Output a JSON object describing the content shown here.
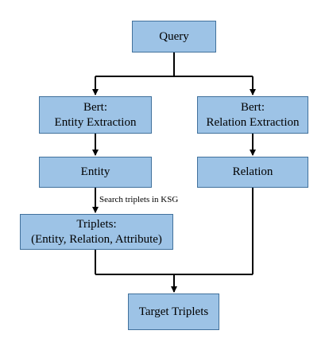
{
  "nodes": {
    "query": {
      "label": "Query"
    },
    "bert_entity": {
      "line1": "Bert:",
      "line2": "Entity Extraction"
    },
    "bert_relation": {
      "line1": "Bert:",
      "line2": "Relation Extraction"
    },
    "entity": {
      "label": "Entity"
    },
    "relation": {
      "label": "Relation"
    },
    "triplets": {
      "line1": "Triplets:",
      "line2": "(Entity, Relation, Attribute)"
    },
    "target": {
      "label": "Target Triplets"
    }
  },
  "edge_labels": {
    "search": "Search triplets in KSG"
  },
  "colors": {
    "box_fill": "#9dc3e6",
    "box_border": "#41719c",
    "line": "#000000"
  }
}
